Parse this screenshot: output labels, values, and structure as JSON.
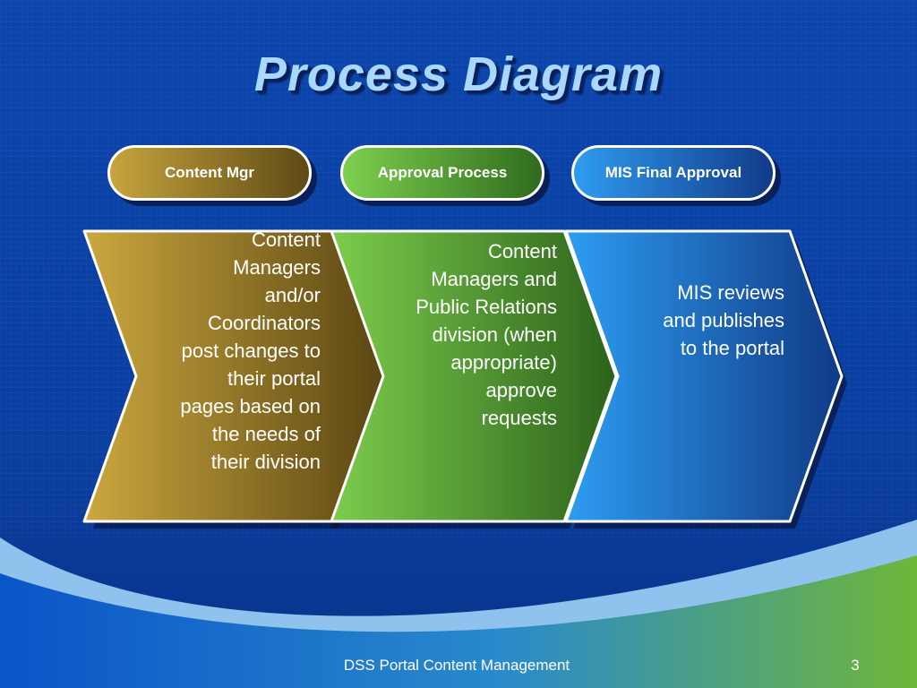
{
  "title": "Process Diagram",
  "stages": [
    {
      "label": "Content Mgr",
      "description": "Content Managers and/or Coordinators post changes to their portal pages based on the needs of their division"
    },
    {
      "label": "Approval Process",
      "description": "Content Managers and Public Relations division (when appropriate) approve requests"
    },
    {
      "label": "MIS Final Approval",
      "description": "MIS reviews and publishes to the portal"
    }
  ],
  "footer": {
    "text": "DSS Portal Content Management",
    "page_number": "3"
  },
  "colors": {
    "background": "#0a3d9e",
    "title": "#a9d8ff",
    "stage1": "#c7a43e",
    "stage2": "#7ed04e",
    "stage3": "#2f9cf0",
    "green_swoosh": "#6ab33a"
  }
}
